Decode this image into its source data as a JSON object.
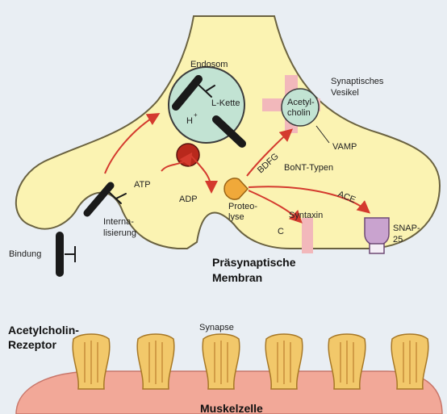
{
  "labels": {
    "endosom": "Endosom",
    "l_kette": "L-Kette",
    "h_plus": "H",
    "h_sup": "+",
    "synaptisches_vesikel_1": "Synaptisches",
    "synaptisches_vesikel_2": "Vesikel",
    "acetylcholin_1": "Acetyl-",
    "acetylcholin_2": "cholin",
    "vamp": "VAMP",
    "bdfg": "BDFG",
    "bont_typen": "BoNT-Typen",
    "atp": "ATP",
    "adp": "ADP",
    "proteolyse_1": "Proteo-",
    "proteolyse_2": "lyse",
    "ace": "ACE",
    "syntaxin": "Syntaxin",
    "c": "C",
    "snap_1": "SNAP-",
    "snap_2": "25",
    "internalisierung_1": "Interna-",
    "internalisierung_2": "lisierung",
    "bindung": "Bindung",
    "praesynaptische_1": "Präsynaptische",
    "praesynaptische_2": "Membran",
    "rezeptor_1": "Acetylcholin-",
    "rezeptor_2": "Rezeptor",
    "synapse": "Synapse",
    "muskelzelle": "Muskelzelle"
  },
  "colors": {
    "terminal": "#fbf3b2",
    "terminal_stroke": "#6a6240",
    "arrow": "#d43a2e",
    "vesicle": "#c2e3d3",
    "pink_cross": "#f2b8bb",
    "receptor": "#f2c86a",
    "muscle": "#f2a898",
    "snap": "#c9a3cf",
    "proteolysis": "#f0a93a",
    "atpase": "#b8281c",
    "toxin": "#1a1a1a"
  }
}
